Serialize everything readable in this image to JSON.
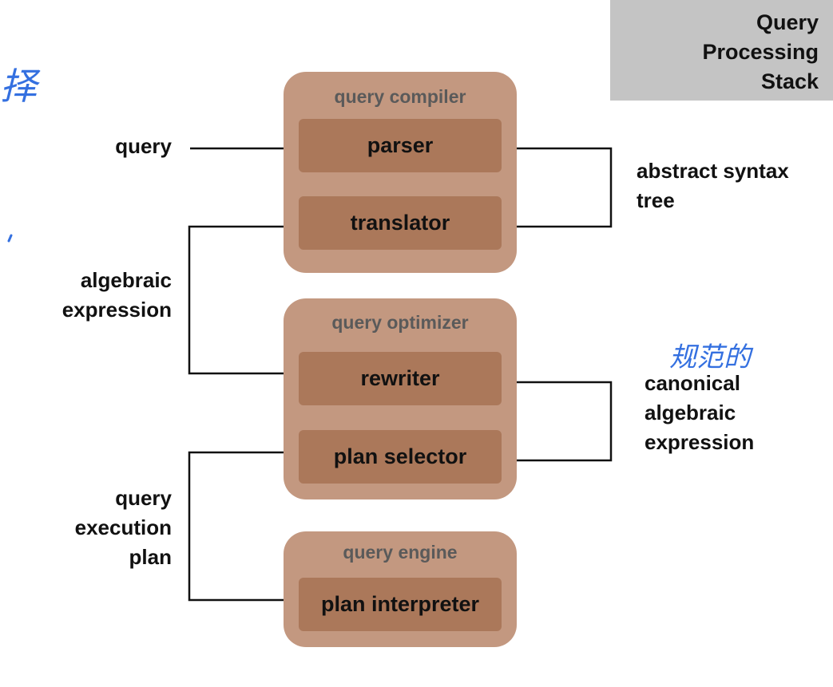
{
  "title": {
    "lines": [
      "Query",
      "Processing",
      "Stack"
    ]
  },
  "stages": {
    "compiler": {
      "label": "query compiler",
      "modules": {
        "parser": "parser",
        "translator": "translator"
      }
    },
    "optimizer": {
      "label": "query optimizer",
      "modules": {
        "rewriter": "rewriter",
        "plan_selector": "plan selector"
      }
    },
    "engine": {
      "label": "query engine",
      "modules": {
        "plan_interpreter": "plan interpreter"
      }
    }
  },
  "flows": {
    "query": "query",
    "ast": [
      "abstract syntax",
      "tree"
    ],
    "algebraic": [
      "algebraic",
      "expression"
    ],
    "canonical": [
      "canonical",
      "algebraic",
      "expression"
    ],
    "plan": [
      "query",
      "execution",
      "plan"
    ]
  },
  "annotations": {
    "canonical_note": "规范的",
    "edge_mark": "择",
    "colors": {
      "ink": "#3470e0",
      "stage": "#c39880",
      "module": "#ab785a",
      "title_bg": "#c4c4c4"
    }
  }
}
